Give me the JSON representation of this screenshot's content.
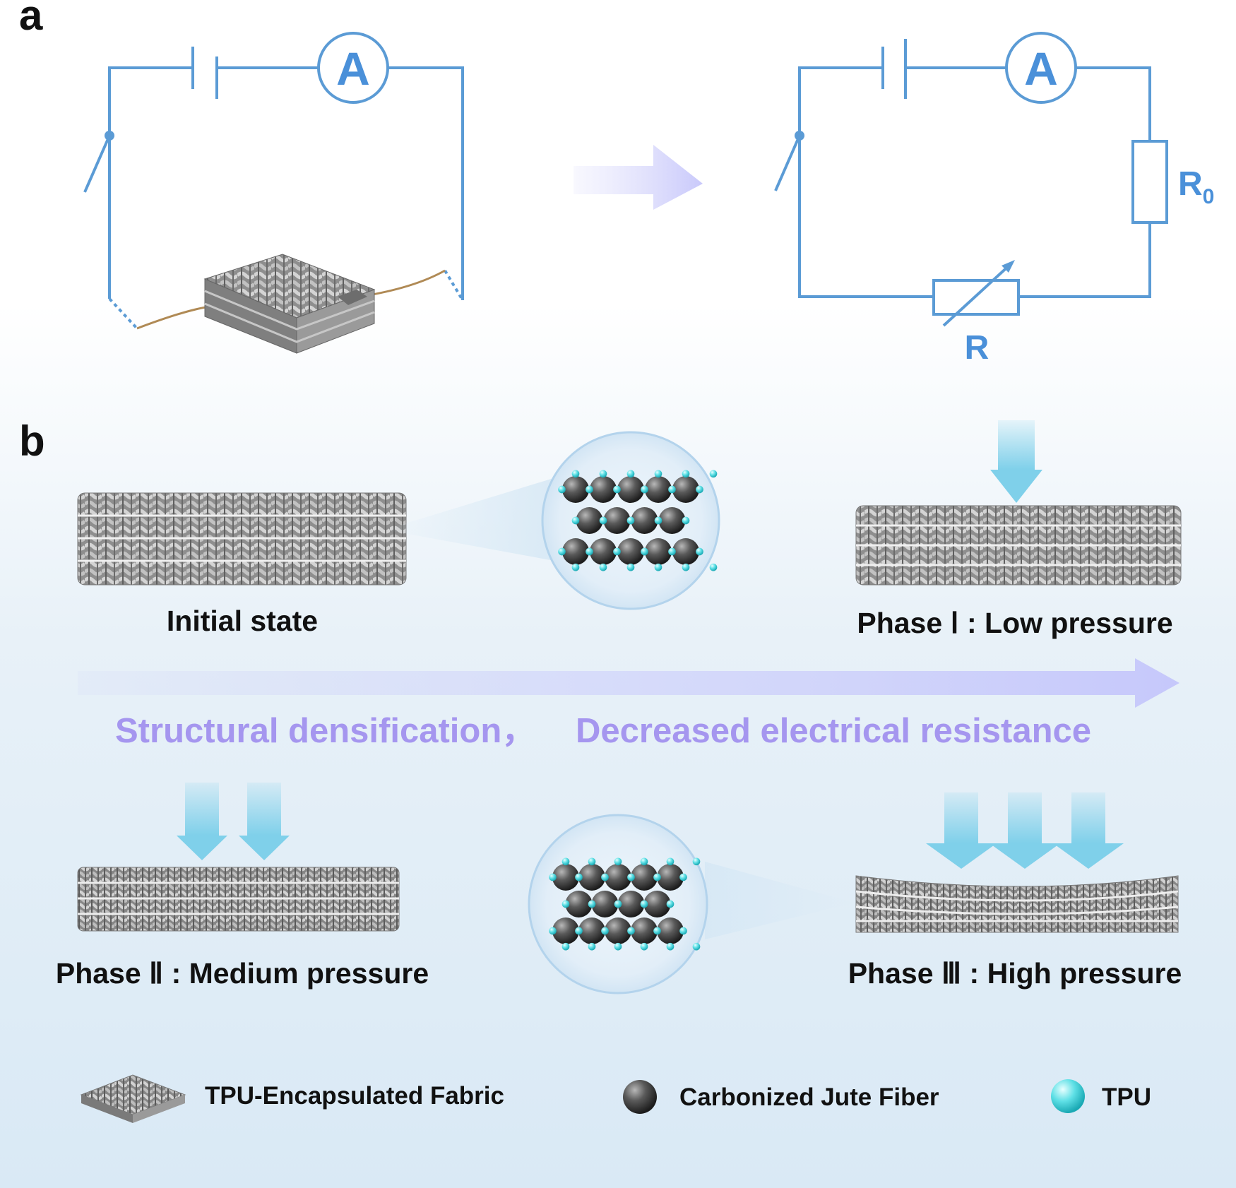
{
  "panels": {
    "a": "a",
    "b": "b"
  },
  "circuit": {
    "ammeter_symbol": "A",
    "fixed_resistor": "R",
    "fixed_resistor_subscript": "0",
    "variable_resistor": "R"
  },
  "states": {
    "initial": "Initial state",
    "phase1": "Phase  Ⅰ : Low pressure",
    "phase2": "Phase Ⅱ : Medium pressure",
    "phase3": "Phase Ⅲ : High pressure"
  },
  "process": {
    "left": "Structural densification，",
    "right": "Decreased electrical resistance"
  },
  "legend": {
    "fabric": "TPU-Encapsulated Fabric",
    "carbon_fiber": "Carbonized Jute Fiber",
    "tpu": "TPU"
  },
  "colors": {
    "wire": "#5b9bd5",
    "process_text": "#a596ef",
    "carbon": "#4a4a4a",
    "tpu": "#4fd4dc",
    "pressure_arrow": "#7fd0ea"
  }
}
